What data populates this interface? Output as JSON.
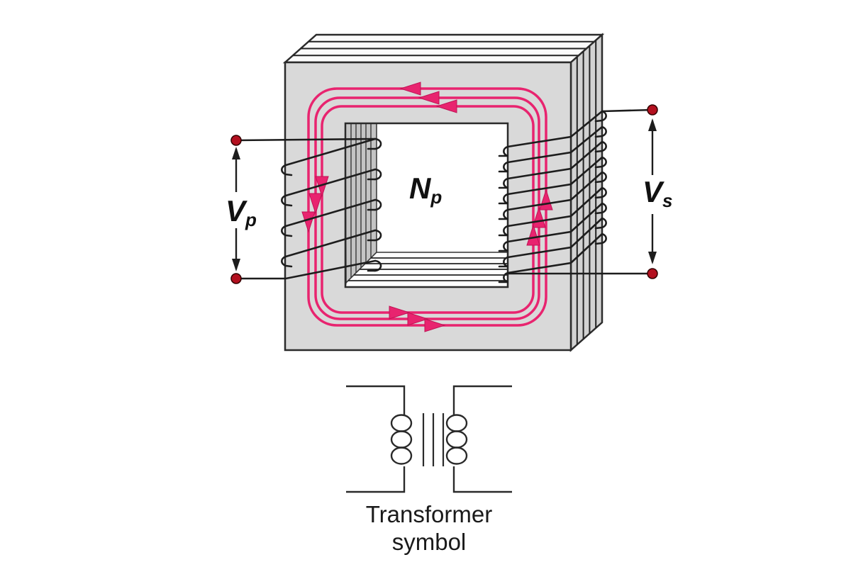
{
  "figure": {
    "type": "transformer-diagram",
    "labels": {
      "primary_voltage": {
        "base": "V",
        "sub": "p"
      },
      "primary_turns": {
        "base": "N",
        "sub": "p"
      },
      "secondary_voltage": {
        "base": "V",
        "sub": "s"
      }
    },
    "caption": {
      "line1": "Transformer",
      "line2": "symbol"
    },
    "colors": {
      "flux_line": "#e8246f",
      "flux_arrow_edge": "#c01355",
      "core_fill": "#d9d9d9",
      "side_fill": "#d2d2d2",
      "top_fill": "#fbfbfb",
      "inner_wall_fill": "#c4c4c4",
      "inner_floor_fill": "#fdfdfd",
      "wire": "#1d1d1d",
      "terminal_fill": "#b3101f",
      "outline": "#2b2b2b",
      "label": "#111111",
      "background": "#ffffff"
    },
    "flux_direction": "counterclockwise",
    "flux_loop_count": 3,
    "primary_turn_count": 5,
    "secondary_turn_count": 9
  }
}
